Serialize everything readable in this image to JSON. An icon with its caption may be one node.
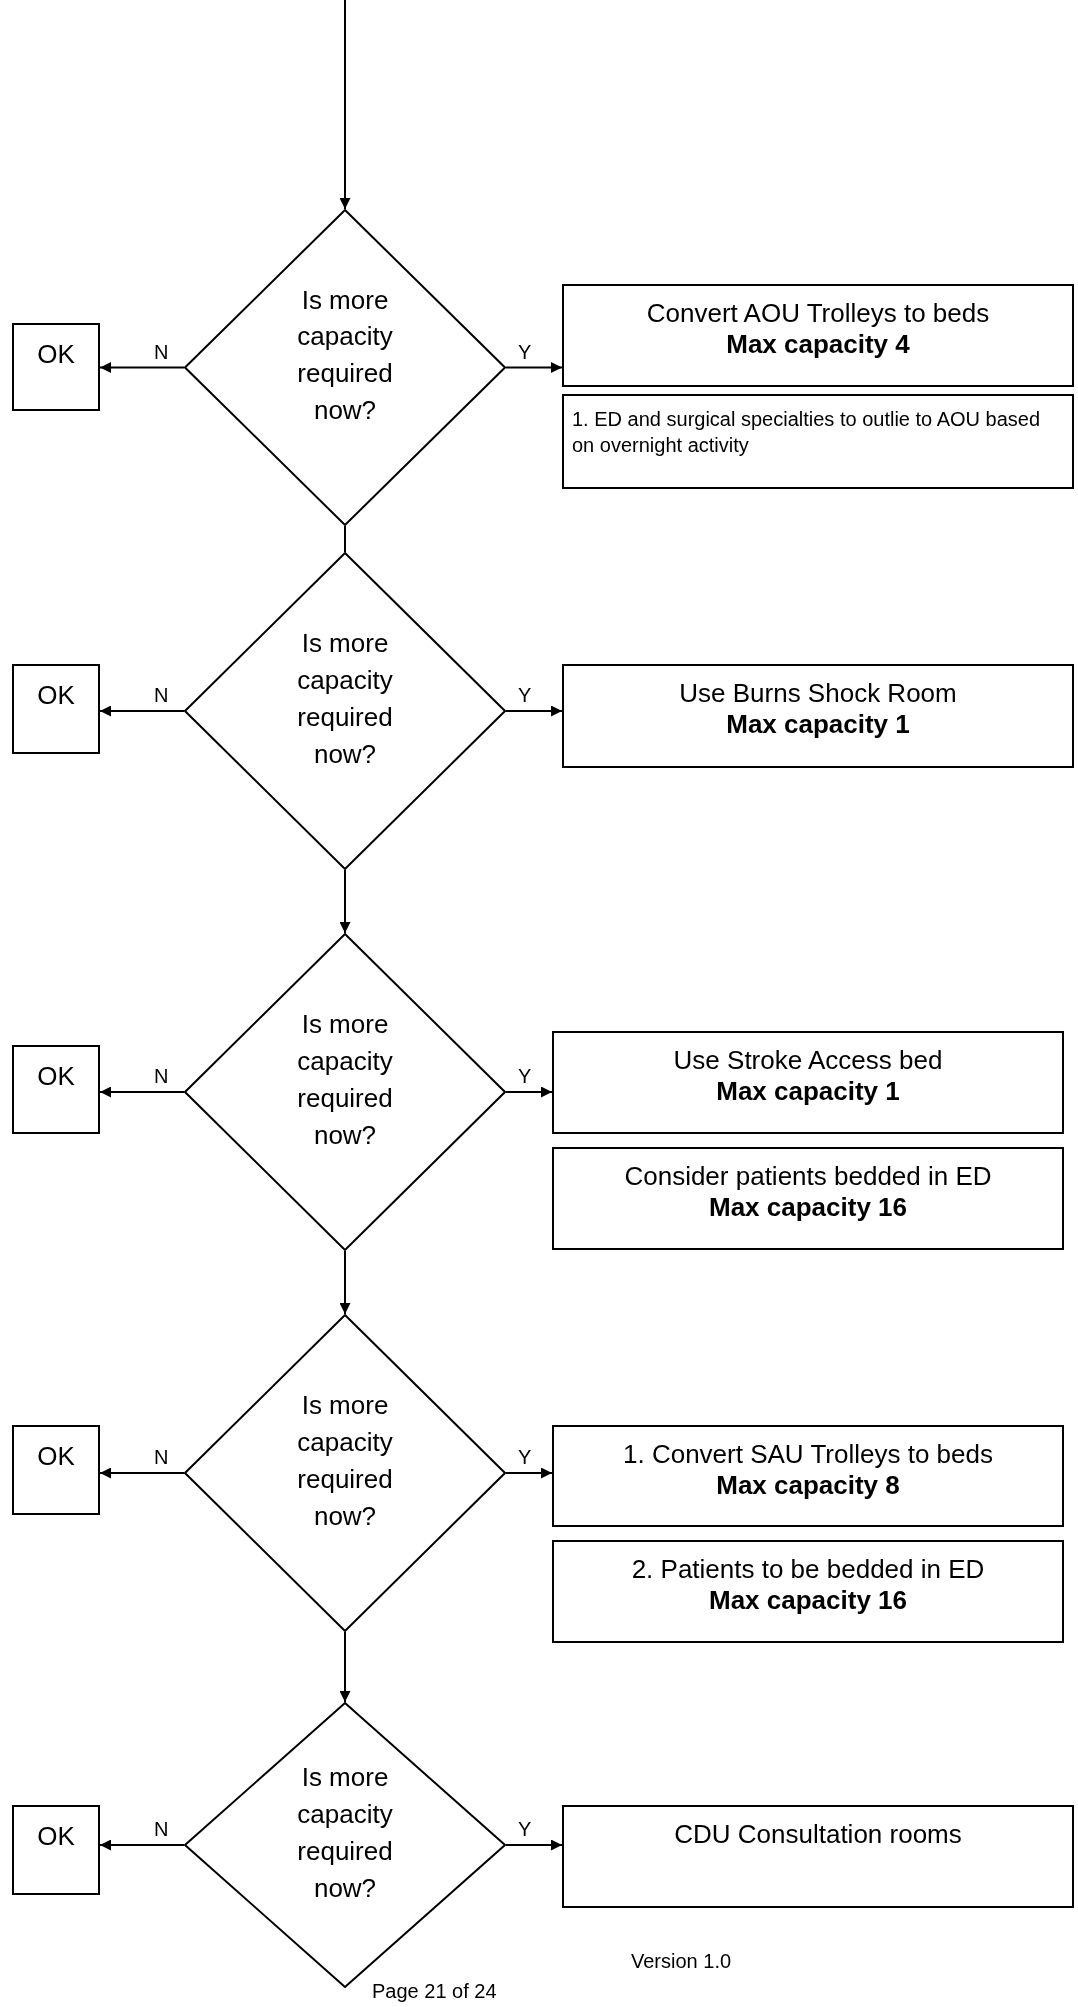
{
  "diagram": {
    "nodes": [
      {
        "text": [
          "OK"
        ]
      },
      {
        "text": [
          "Is more capacity required now?"
        ]
      },
      {
        "text": [
          "Convert AOU Trolleys to beds",
          "Max capacity 4"
        ]
      },
      {
        "text": [
          "1. ED and surgical specialties to outlie to AOU based on overnight activity"
        ]
      },
      {
        "text": [
          "OK"
        ]
      },
      {
        "text": [
          "Is more capacity required now?"
        ]
      },
      {
        "text": [
          "Use Burns Shock Room",
          "Max capacity 1"
        ]
      },
      {
        "text": [
          "OK"
        ]
      },
      {
        "text": [
          "Is more capacity required now?"
        ]
      },
      {
        "text": [
          "Use Stroke Access bed",
          "Max capacity 1"
        ]
      },
      {
        "text": [
          "Consider patients bedded in ED",
          "Max capacity 16"
        ]
      },
      {
        "text": [
          "OK"
        ]
      },
      {
        "text": [
          "Is more capacity required now?"
        ]
      },
      {
        "text": [
          "1. Convert SAU Trolleys to beds",
          "Max capacity 8"
        ]
      },
      {
        "text": [
          "2. Patients to be bedded in ED",
          "Max capacity 16"
        ]
      },
      {
        "text": [
          "OK"
        ]
      },
      {
        "text": [
          "Is more capacity required now?"
        ]
      },
      {
        "text": [
          "CDU Consultation rooms"
        ]
      }
    ],
    "edges": [
      {
        "from": null,
        "to": 1,
        "arrow": "to"
      },
      {
        "from": 1,
        "to": 0,
        "arrow": "to",
        "label": "N"
      },
      {
        "from": 1,
        "to": 2,
        "arrow": "to",
        "label": "Y"
      },
      {
        "from": 1,
        "to": 5,
        "arrow": "none"
      },
      {
        "from": 5,
        "to": 4,
        "arrow": "to",
        "label": "N"
      },
      {
        "from": 5,
        "to": 6,
        "arrow": "to",
        "label": "Y"
      },
      {
        "from": 5,
        "to": 8,
        "arrow": "to"
      },
      {
        "from": 8,
        "to": 7,
        "arrow": "to",
        "label": "N"
      },
      {
        "from": 8,
        "to": 9,
        "arrow": "to",
        "label": "Y"
      },
      {
        "from": 8,
        "to": 12,
        "arrow": "to"
      },
      {
        "from": 12,
        "to": 11,
        "arrow": "to",
        "label": "N"
      },
      {
        "from": 12,
        "to": 13,
        "arrow": "to",
        "label": "Y"
      },
      {
        "from": 12,
        "to": 16,
        "arrow": "to"
      },
      {
        "from": 16,
        "to": 15,
        "arrow": "to",
        "label": "N"
      },
      {
        "from": 16,
        "to": 17,
        "arrow": "to",
        "label": "Y"
      }
    ],
    "labels": [
      "Version 1.0",
      "Page 21 of 24"
    ]
  }
}
